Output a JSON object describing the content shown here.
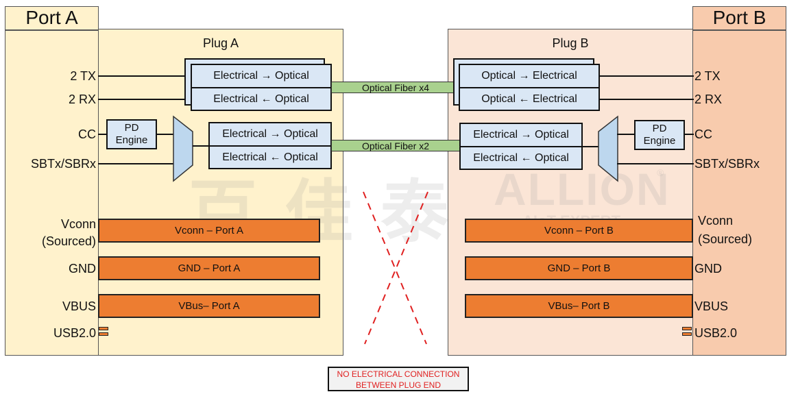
{
  "port_a": {
    "title": "Port A",
    "signals": {
      "tx": "2 TX",
      "rx": "2 RX",
      "cc": "CC",
      "sb": "SBTx/SBRx",
      "vconn_line1": "Vconn",
      "vconn_line2": "(Sourced)",
      "gnd": "GND",
      "vbus": "VBUS",
      "usb2": "USB2.0"
    }
  },
  "port_b": {
    "title": "Port B",
    "signals": {
      "tx": "2 TX",
      "rx": "2 RX",
      "cc": "CC",
      "sb": "SBTx/SBRx",
      "vconn_line1": "Vconn",
      "vconn_line2": "(Sourced)",
      "gnd": "GND",
      "vbus": "VBUS",
      "usb2": "USB2.0"
    }
  },
  "plug_a": {
    "title": "Plug A",
    "hs_tx": "Electrical → Optical",
    "hs_rx": "Electrical ← Optical",
    "pd_engine_line1": "PD",
    "pd_engine_line2": "Engine",
    "sb_tx": "Electrical → Optical",
    "sb_rx": "Electrical ← Optical",
    "vconn": "Vconn – Port A",
    "gnd": "GND – Port A",
    "vbus": "VBus– Port A"
  },
  "plug_b": {
    "title": "Plug B",
    "hs_tx": "Optical → Electrical",
    "hs_rx": "Optical ← Electrical",
    "pd_engine_line1": "PD",
    "pd_engine_line2": "Engine",
    "sb_tx": "Electrical → Optical",
    "sb_rx": "Electrical ← Optical",
    "vconn": "Vconn – Port B",
    "gnd": "GND – Port B",
    "vbus": "VBus– Port B"
  },
  "fibers": {
    "high_speed": "Optical Fiber x4",
    "sideband": "Optical Fiber x2"
  },
  "note": {
    "line1": "NO ELECTRICAL CONNECTION",
    "line2": "BETWEEN PLUG END"
  },
  "watermark": {
    "chinese": "百佳泰",
    "brand": "ALLION",
    "tagline": "AIoT EXPERT",
    "registered": "®"
  },
  "colors": {
    "port_a_fill": "#fff2cc",
    "port_b_fill": "#f8cbad",
    "plug_b_fill": "#fbe5d6",
    "converter_fill": "#dae7f5",
    "fiber_fill": "#a9d18e",
    "power_fill": "#ed7d31",
    "no_connection_red": "#e02020"
  }
}
